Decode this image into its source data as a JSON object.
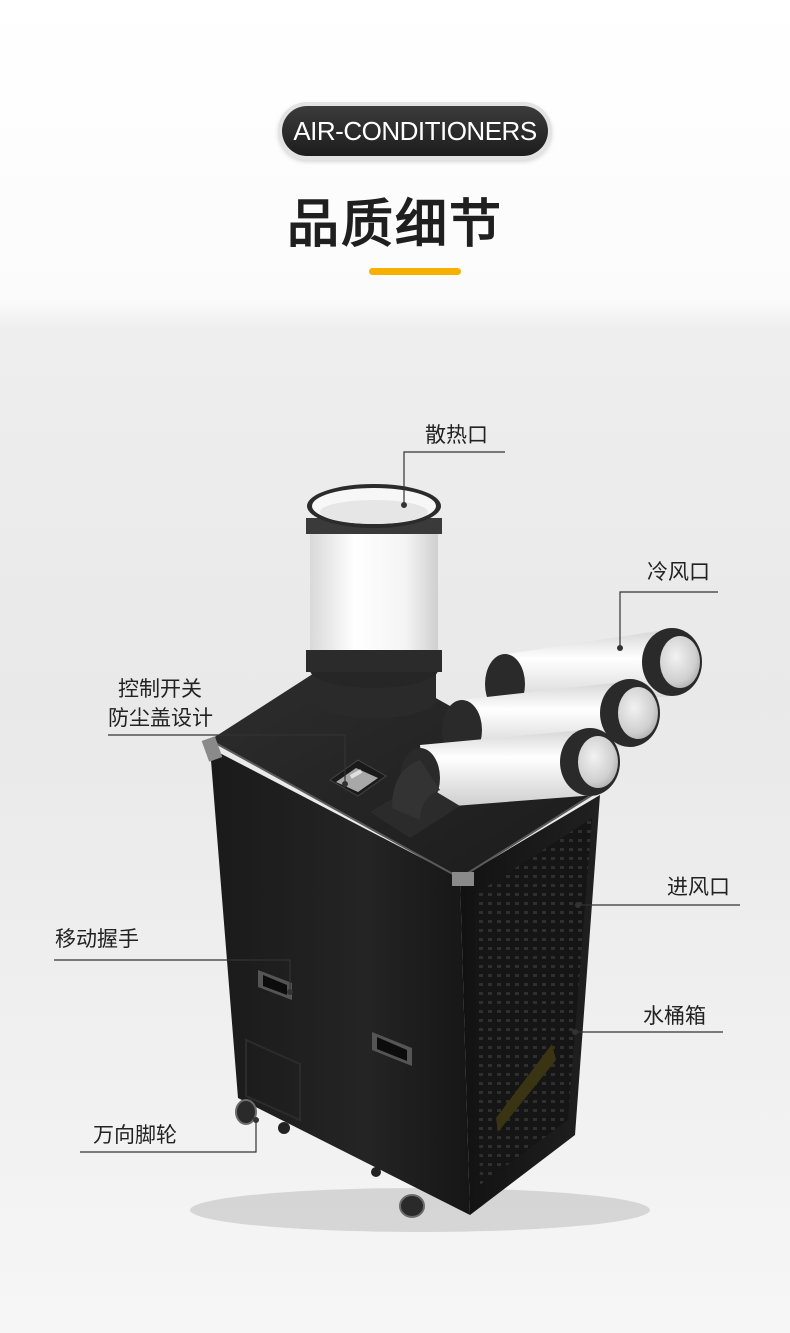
{
  "header": {
    "badge": "AIR-CONDITIONERS",
    "title": "品质细节"
  },
  "callouts": {
    "heat_vent": "散热口",
    "cold_vent": "冷风口",
    "switch_line1": "控制开关",
    "switch_line2": "防尘盖设计",
    "air_inlet": "进风口",
    "handle": "移动握手",
    "water_tank": "水桶箱",
    "wheels": "万向脚轮"
  },
  "colors": {
    "accent": "#f6b000",
    "badge_bg": "#2a2a2a",
    "unit_body": "#1c1c1c"
  }
}
